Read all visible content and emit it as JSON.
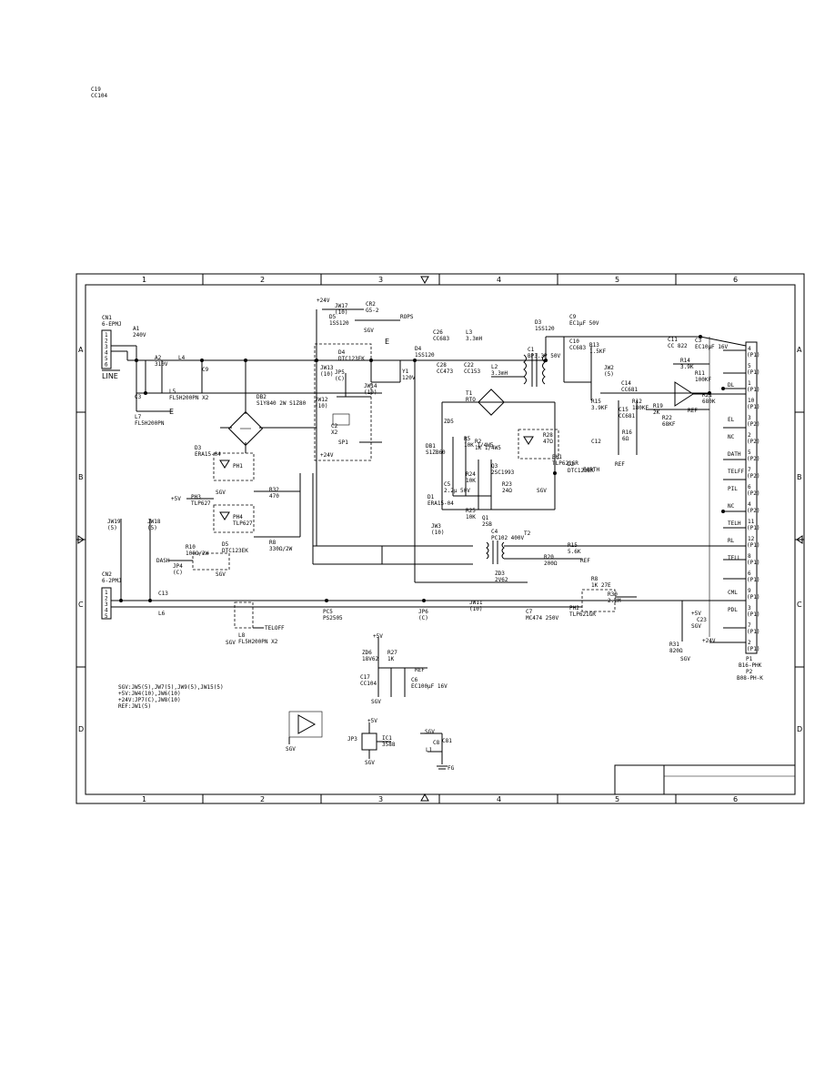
{
  "grid": {
    "columns": [
      "1",
      "2",
      "3",
      "4",
      "5",
      "6"
    ],
    "rows": [
      "A",
      "B",
      "C",
      "D"
    ]
  },
  "connectors": {
    "cn1": {
      "name": "CN1",
      "type": "6-EPMJ",
      "caption": "LINE",
      "pins": [
        "1",
        "2",
        "3",
        "4",
        "5",
        "6"
      ]
    },
    "cn2": {
      "name": "CN2",
      "type": "6-2PMJ",
      "pins": [
        "1",
        "2",
        "3",
        "4",
        "5"
      ]
    },
    "p1": {
      "name": "P1",
      "type": "B16-PHK",
      "name2": "P2",
      "type2": "B08-PH-K",
      "pins": [
        {
          "no": "4",
          "sub": "(P1)",
          "net": ""
        },
        {
          "no": "5",
          "sub": "(P1)",
          "net": ""
        },
        {
          "no": "1",
          "sub": "(P1)",
          "net": "DL"
        },
        {
          "no": "10",
          "sub": "(P1)",
          "net": ""
        },
        {
          "no": "3",
          "sub": "(P2)",
          "net": "EL"
        },
        {
          "no": "2",
          "sub": "(P2)",
          "net": "NC"
        },
        {
          "no": "5",
          "sub": "(P2)",
          "net": "DATH"
        },
        {
          "no": "7",
          "sub": "(P2)",
          "net": "TELFF"
        },
        {
          "no": "6",
          "sub": "(P2)",
          "net": "PIL"
        },
        {
          "no": "4",
          "sub": "(P2)",
          "net": "NC"
        },
        {
          "no": "11",
          "sub": "(P1)",
          "net": "TELH"
        },
        {
          "no": "12",
          "sub": "(P1)",
          "net": "RL"
        },
        {
          "no": "8",
          "sub": "(P1)",
          "net": "TELL"
        },
        {
          "no": "6",
          "sub": "(P1)",
          "net": ""
        },
        {
          "no": "9",
          "sub": "(P1)",
          "net": "CML"
        },
        {
          "no": "3",
          "sub": "(P1)",
          "net": "PDL"
        },
        {
          "no": "7",
          "sub": "(P1)",
          "net": ""
        },
        {
          "no": "2",
          "sub": "(P1)",
          "net": ""
        }
      ]
    }
  },
  "components": [
    {
      "ref": "A1",
      "value": "240V"
    },
    {
      "ref": "A2",
      "value": "310V"
    },
    {
      "ref": "L4",
      "value": ""
    },
    {
      "ref": "C9",
      "value": ""
    },
    {
      "ref": "C3",
      "value": ""
    },
    {
      "ref": "L5",
      "value": "FL5H200PN X2"
    },
    {
      "ref": "L7",
      "value": "FL5H200PN"
    },
    {
      "ref": "DB2",
      "value": "S1Y840 2W S1Z80"
    },
    {
      "ref": "D3",
      "value": "ERA15-04"
    },
    {
      "ref": "PH1",
      "value": ""
    },
    {
      "ref": "PH4",
      "value": "TLP627"
    },
    {
      "ref": "PH3",
      "value": "TLP627"
    },
    {
      "ref": "R32",
      "value": "470"
    },
    {
      "ref": "R8",
      "value": "330Ω/2W"
    },
    {
      "ref": "R10",
      "value": "100Ω/2W"
    },
    {
      "ref": "D5",
      "value": "DTC123EK"
    },
    {
      "ref": "JP4",
      "value": "(C)"
    },
    {
      "ref": "JW19",
      "value": "(5)"
    },
    {
      "ref": "JW18",
      "value": "(5)"
    },
    {
      "ref": "JW17",
      "value": "(10)"
    },
    {
      "ref": "D5",
      "value": "1SS120"
    },
    {
      "ref": "CR2",
      "value": "G5-2"
    },
    {
      "ref": "D4",
      "value": "DTC123EK"
    },
    {
      "ref": "JW13",
      "value": "(10)"
    },
    {
      "ref": "JP5",
      "value": "(C)"
    },
    {
      "ref": "JW12",
      "value": "(10)"
    },
    {
      "ref": "JW14",
      "value": "(10)"
    },
    {
      "ref": "Y1",
      "value": "120V"
    },
    {
      "ref": "C2",
      "value": "X2"
    },
    {
      "ref": "SP1",
      "value": ""
    },
    {
      "ref": "D4",
      "value": "1SS120"
    },
    {
      "ref": "C26",
      "value": "CC683"
    },
    {
      "ref": "C28",
      "value": "CC473"
    },
    {
      "ref": "L3",
      "value": "3.3mH"
    },
    {
      "ref": "C22",
      "value": "CC153"
    },
    {
      "ref": "L2",
      "value": "3.3mH"
    },
    {
      "ref": "C1",
      "value": "BP3.3P 50V"
    },
    {
      "ref": "T1",
      "value": "RTO"
    },
    {
      "ref": "DB1",
      "value": "S1ZB60"
    },
    {
      "ref": "ZD5",
      "value": ""
    },
    {
      "ref": "R5",
      "value": "10K 1/4W5"
    },
    {
      "ref": "R2",
      "value": "1K 1/4W5"
    },
    {
      "ref": "D1",
      "value": "ERA15-04"
    },
    {
      "ref": "C5",
      "value": "2.2μ 50V"
    },
    {
      "ref": "R24",
      "value": "10K"
    },
    {
      "ref": "R25",
      "value": "10K"
    },
    {
      "ref": "Q3",
      "value": "2SC1993"
    },
    {
      "ref": "Q1",
      "value": "2SB"
    },
    {
      "ref": "R23",
      "value": "24Ω"
    },
    {
      "ref": "R28",
      "value": "47Ω"
    },
    {
      "ref": "PH1",
      "value": "TLP621GR"
    },
    {
      "ref": "D2",
      "value": "DTC123EK"
    },
    {
      "ref": "JW3",
      "value": "(10)"
    },
    {
      "ref": "C4",
      "value": "PC102 400V"
    },
    {
      "ref": "T2",
      "value": ""
    },
    {
      "ref": "R15",
      "value": "5.6K"
    },
    {
      "ref": "R20",
      "value": "200Ω"
    },
    {
      "ref": "ZD3",
      "value": "2V62"
    },
    {
      "ref": "R8",
      "value": "1K 27E"
    },
    {
      "ref": "R30",
      "value": "2.2M"
    },
    {
      "ref": "PH2",
      "value": "TLP621GR"
    },
    {
      "ref": "D3",
      "value": "1SS120"
    },
    {
      "ref": "C9",
      "value": "EC1μF 50V"
    },
    {
      "ref": "C10",
      "value": "CC683"
    },
    {
      "ref": "R13",
      "value": "1.5KF"
    },
    {
      "ref": "C11",
      "value": "CC 822"
    },
    {
      "ref": "C3",
      "value": "EC10μF 16V"
    },
    {
      "ref": "JW2",
      "value": "(5)"
    },
    {
      "ref": "R14",
      "value": "3.9K"
    },
    {
      "ref": "C14",
      "value": "CC681"
    },
    {
      "ref": "R12",
      "value": "180KF"
    },
    {
      "ref": "R11",
      "value": "100KF"
    },
    {
      "ref": "R21",
      "value": "680K"
    },
    {
      "ref": "R19",
      "value": "2K"
    },
    {
      "ref": "R22",
      "value": "68KF"
    },
    {
      "ref": "C15",
      "value": "CC681"
    },
    {
      "ref": "R16",
      "value": "6Ω"
    },
    {
      "ref": "R15",
      "value": "3.9KF"
    },
    {
      "ref": "C12",
      "value": ""
    },
    {
      "ref": "C13",
      "value": ""
    },
    {
      "ref": "L6",
      "value": ""
    },
    {
      "ref": "L8",
      "value": "FL5H200PN X2"
    },
    {
      "ref": "PC5",
      "value": "PS2505"
    },
    {
      "ref": "JP6",
      "value": "(C)"
    },
    {
      "ref": "JW11",
      "value": "(10)"
    },
    {
      "ref": "C7",
      "value": "MC474 250V"
    },
    {
      "ref": "ZD6",
      "value": "18V62"
    },
    {
      "ref": "R27",
      "value": "1K"
    },
    {
      "ref": "C6",
      "value": "EC100μF 16V"
    },
    {
      "ref": "C17",
      "value": "CC104"
    },
    {
      "ref": "R31",
      "value": "820Ω"
    },
    {
      "ref": "C23",
      "value": ""
    },
    {
      "ref": "C8",
      "value": ""
    },
    {
      "ref": "L1",
      "value": ""
    },
    {
      "ref": "C81",
      "value": ""
    },
    {
      "ref": "JP3",
      "value": ""
    },
    {
      "ref": "IC1",
      "value": "3588"
    },
    {
      "ref": "C19",
      "value": "CC104"
    }
  ],
  "notes": [
    "SGV:JW5(5),JW7(5),JW9(5),JW15(5)",
    "+5V:JW4(10),JW6(10)",
    "+24V:JP7(C),JW8(10)",
    "REF:JW1(5)"
  ],
  "nets": {
    "e": "E",
    "telff": "TELOFF",
    "earth": "EARTH",
    "ref": "REF",
    "dash": "DASH",
    "rops": "ROPS",
    "sgv": "SGV",
    "p5v": "+5V",
    "p24v": "+24V",
    "fg": "FG"
  },
  "title_block": {
    "cell1": "",
    "cell2": ""
  }
}
